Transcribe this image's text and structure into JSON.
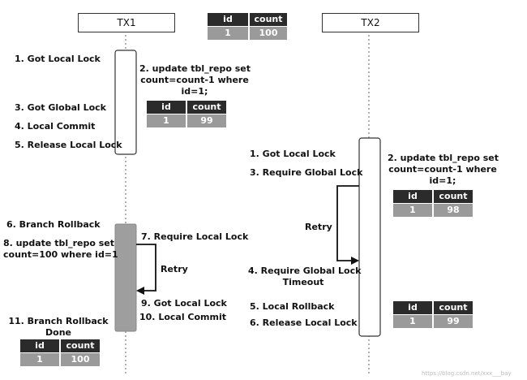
{
  "tx1": {
    "title": "TX1"
  },
  "tx2": {
    "title": "TX2"
  },
  "top_table": {
    "headers": [
      "id",
      "count"
    ],
    "row": [
      "1",
      "100"
    ]
  },
  "tx1_steps": {
    "s1": "1. Got Local Lock",
    "s2": [
      "2. update tbl_repo set",
      "count=count-1 where",
      "id=1;"
    ],
    "s3": "3. Got Global Lock",
    "s4": "4. Local Commit",
    "s5": "5. Release Local Lock",
    "table": {
      "headers": [
        "id",
        "count"
      ],
      "row": [
        "1",
        "99"
      ]
    }
  },
  "tx2_steps": {
    "s1": "1. Got Local Lock",
    "s2": [
      "2. update tbl_repo set",
      "count=count-1 where",
      "id=1;"
    ],
    "s3": "3. Require Global Lock",
    "retry": "Retry",
    "s4": [
      "4. Require Global Lock",
      "Timeout"
    ],
    "s5": "5. Local Rollback",
    "s6": "6. Release Local Lock",
    "table_a": {
      "headers": [
        "id",
        "count"
      ],
      "row": [
        "1",
        "98"
      ]
    },
    "table_b": {
      "headers": [
        "id",
        "count"
      ],
      "row": [
        "1",
        "99"
      ]
    }
  },
  "rollback": {
    "s6": "6. Branch Rollback",
    "s7": "7. Require Local Lock",
    "s8": [
      "8. update tbl_repo set",
      "count=100 where id=1"
    ],
    "retry": "Retry",
    "s9": "9. Got Local Lock",
    "s10": "10. Local Commit",
    "s11": [
      "11. Branch Rollback",
      "Done"
    ],
    "table": {
      "headers": [
        "id",
        "count"
      ],
      "row": [
        "1",
        "100"
      ]
    }
  },
  "watermark": "https://blog.csdn.net/xxx___bay"
}
